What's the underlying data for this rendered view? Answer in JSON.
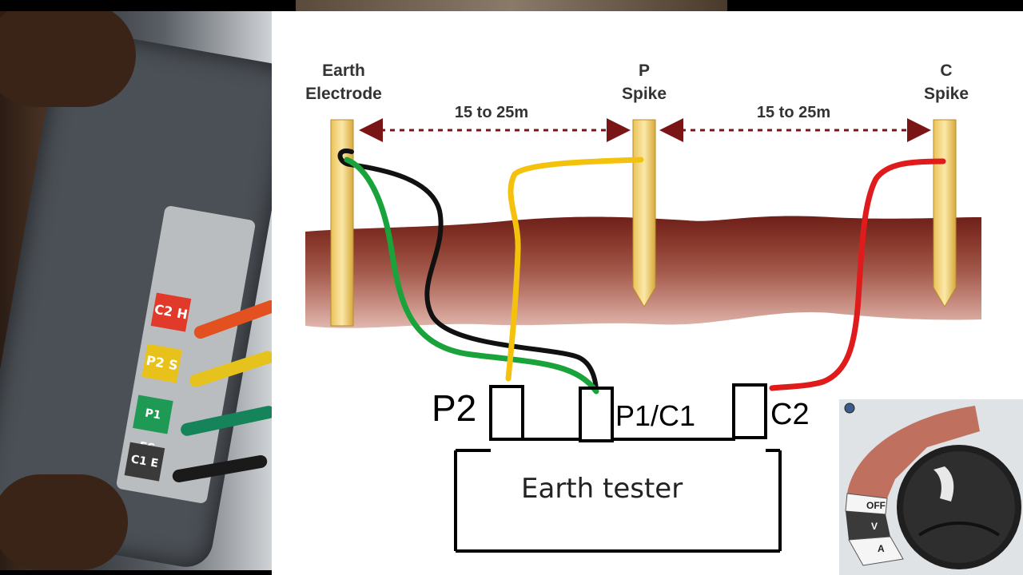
{
  "diagram": {
    "labels": {
      "earth_electrode": "Earth\nElectrode",
      "p_spike": "P\nSpike",
      "c_spike": "C\nSpike",
      "distance_1": "15 to 25m",
      "distance_2": "15 to 25m"
    },
    "tester": {
      "title": "Earth tester",
      "terminals": [
        "P2",
        "P1/C1",
        "C2"
      ]
    },
    "wire_colors": {
      "green": "#1aa33a",
      "black": "#111111",
      "yellow": "#f4c20d",
      "red": "#e01b1b"
    },
    "soil_colors": [
      "#6e1f18",
      "#8a3a2d",
      "#a35a4c",
      "#c4877b",
      "#e0b7ae"
    ],
    "arrow_color": "#7a1515"
  },
  "photo": {
    "socket_tags": [
      "C2 H",
      "P2 S",
      "P1 ES",
      "C1 E"
    ],
    "socket_colors": [
      "#e23a2a",
      "#e8c21a",
      "#1e9a55",
      "#3a3a3a"
    ]
  },
  "dial": {
    "labels": [
      "OFF",
      "V",
      "A"
    ],
    "accent": "#c0705f"
  }
}
